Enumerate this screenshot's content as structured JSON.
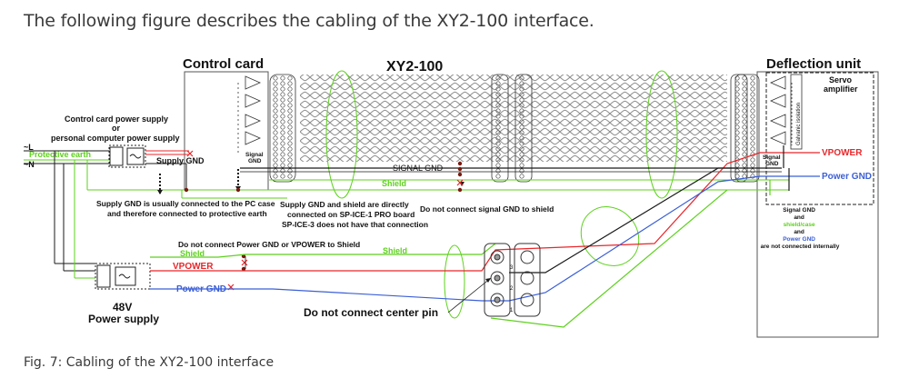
{
  "intro_text": "The following figure describes the cabling of the XY2-100 interface.",
  "caption": "Fig. 7: Cabling of the XY2-100 interface",
  "labels": {
    "control_card": "Control card",
    "xy2_100": "XY2-100",
    "deflection_unit": "Deflection unit",
    "servo_amplifier": "Servo amplifier",
    "galvanic_isolation": "Galvanic isolation",
    "control_card_power_supply": "Control card power supply",
    "or": "or",
    "pc_power_supply": "personal computer power supply",
    "l_line": "~L",
    "protective_earth": "Protective earth",
    "n_line": "~N",
    "supply_gnd": "Supply GND",
    "signal_gnd_conn": "Signal GND",
    "signal_gnd_bus": "SIGNAL GND",
    "shield": "Shield",
    "shield_left": "Shield",
    "shield_right": "Shield",
    "vpower_right": "VPOWER",
    "power_gnd_right": "Power GND",
    "signal_gnd_deflection": "Signal GND",
    "note_supply_gnd_pc": "Supply GND is usually connected to the PC case and therefore connected to protective earth",
    "note_supply_gnd_shield": "Supply GND and shield are directly connected on SP-ICE-1 PRO board SP-ICE-3 does not have that connection",
    "note_no_signal_gnd_shield": "Do not connect signal GND to shield",
    "note_deflection": {
      "line1": "Signal GND",
      "line2": "and",
      "line3": "shield/case",
      "line4": "and",
      "line5": "Power GND",
      "line6": "are not connected internally"
    },
    "note_no_power_shield": "Do not connect Power GND or VPOWER to Shield",
    "vpower_left": "VPOWER",
    "power_gnd_left": "Power GND",
    "psu_48v": "48V",
    "psu_label": "Power supply",
    "center_pin_note_pre": "Do ",
    "center_pin_note_bold": "not",
    "center_pin_note_post": " connect center pin",
    "pin_3": "3",
    "pin_2": "2",
    "pin_1": "1"
  },
  "colors": {
    "shield_green": "#5ed11e",
    "vpower_red": "#e8262a",
    "power_gnd_blue": "#3b5fd6",
    "wire_black": "#1a1a1a",
    "twist_gray": "#8a8a8a",
    "text_gray": "#3a3a3a"
  }
}
